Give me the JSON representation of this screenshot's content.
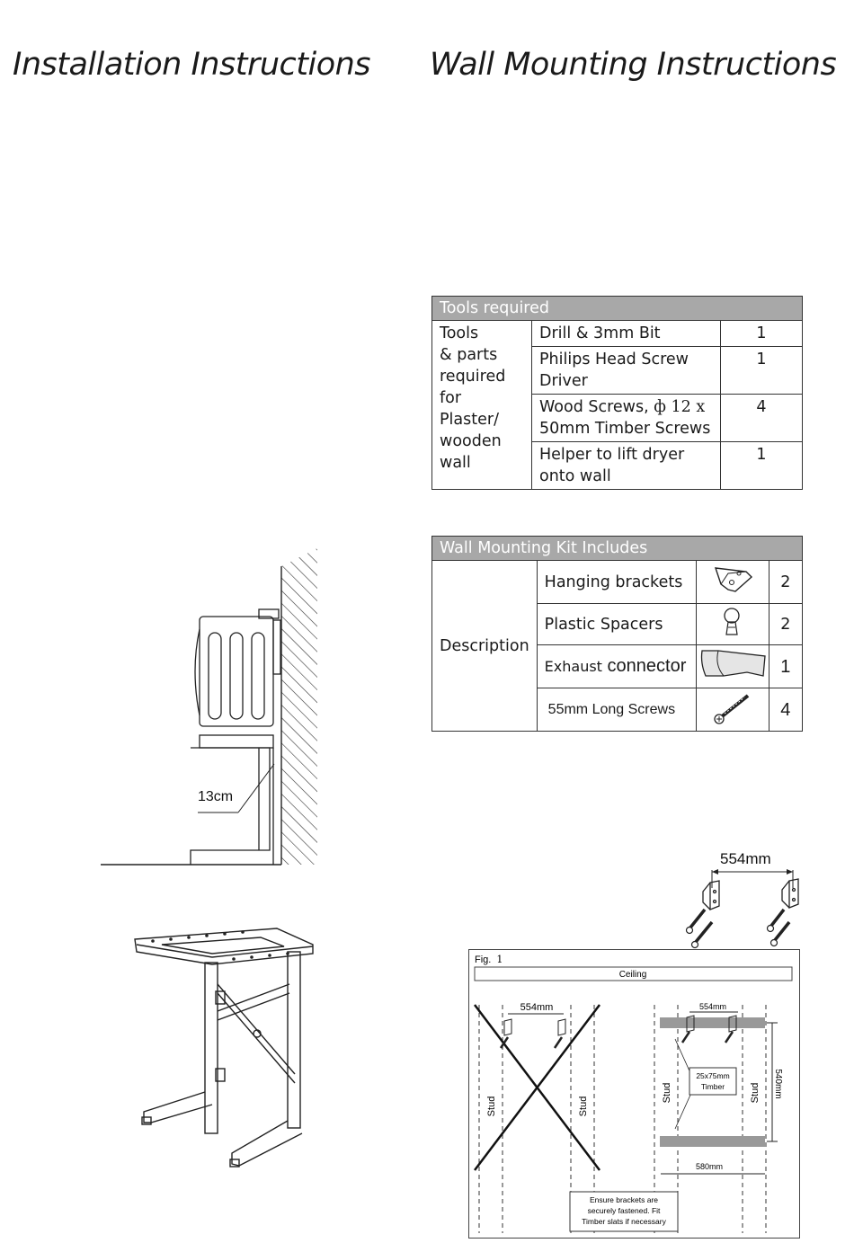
{
  "headings": {
    "left": "Installation Instructions",
    "right": "Wall Mounting Instructions"
  },
  "tools_table": {
    "header": "Tools required",
    "group_label": "Tools\n& parts\nrequired\nfor Plaster/\nwooden\nwall",
    "rows": [
      {
        "item": "Drill & 3mm Bit",
        "qty": "1"
      },
      {
        "item": "Philips Head Screw Driver",
        "qty": "1"
      },
      {
        "item": "Wood Screws, ",
        "symbol": "ф 12 x",
        "item2": "50mm Timber Screws",
        "qty": "4"
      },
      {
        "item": "Helper to lift dryer onto wall",
        "qty": "1"
      }
    ]
  },
  "kit_table": {
    "header": "Wall Mounting Kit Includes",
    "group_label": "Description",
    "rows": [
      {
        "item_a": "Hanging",
        "item_b": "brackets",
        "icon": "bracket-icon",
        "qty": "2"
      },
      {
        "item_a": "Plastic Spacers",
        "icon": "spacer-icon",
        "qty": "2"
      },
      {
        "item_a": "Exhaust",
        "item_b": "connector",
        "icon": "exhaust-connector-icon",
        "qty": "1"
      },
      {
        "item_a": "55mm  Long  Screws",
        "icon": "screw-icon",
        "qty": "4"
      }
    ]
  },
  "side_view": {
    "clearance_label": "13cm"
  },
  "top_brackets": {
    "spacing_label": "554mm"
  },
  "fig1": {
    "title": "Fig.",
    "number": "1",
    "ceiling": "Ceiling",
    "left_spacing": "554mm",
    "right_spacing": "554mm",
    "stud": "Stud",
    "timber_label_1": "25x75mm",
    "timber_label_2": "Timber",
    "height_label": "540mm",
    "width_label": "580mm",
    "note_1": "Ensure brackets are",
    "note_2": "securely fastened.  Fit",
    "note_3": "Timber slats if necessary"
  }
}
